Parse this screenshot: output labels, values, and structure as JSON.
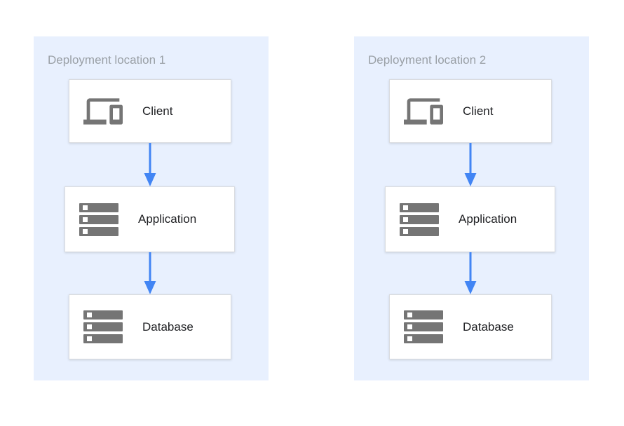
{
  "diagram": {
    "type": "architecture-diagram",
    "colors": {
      "panel_background": "#E8F0FE",
      "card_background": "#FFFFFF",
      "card_border": "#DADCE0",
      "arrow_blue": "#4285F4",
      "icon_gray": "#757575",
      "title_gray": "#9AA0A6",
      "label_dark": "#202124",
      "page_background": "#FFFFFF"
    },
    "panels": [
      {
        "title": "Deployment location 1",
        "nodes": [
          {
            "label": "Client",
            "icon": "devices-icon"
          },
          {
            "label": "Application",
            "icon": "server-stack-icon"
          },
          {
            "label": "Database",
            "icon": "server-stack-icon"
          }
        ],
        "edges": [
          {
            "from": "Client",
            "to": "Application"
          },
          {
            "from": "Application",
            "to": "Database"
          }
        ]
      },
      {
        "title": "Deployment location 2",
        "nodes": [
          {
            "label": "Client",
            "icon": "devices-icon"
          },
          {
            "label": "Application",
            "icon": "server-stack-icon"
          },
          {
            "label": "Database",
            "icon": "server-stack-icon"
          }
        ],
        "edges": [
          {
            "from": "Client",
            "to": "Application"
          },
          {
            "from": "Application",
            "to": "Database"
          }
        ]
      }
    ]
  }
}
